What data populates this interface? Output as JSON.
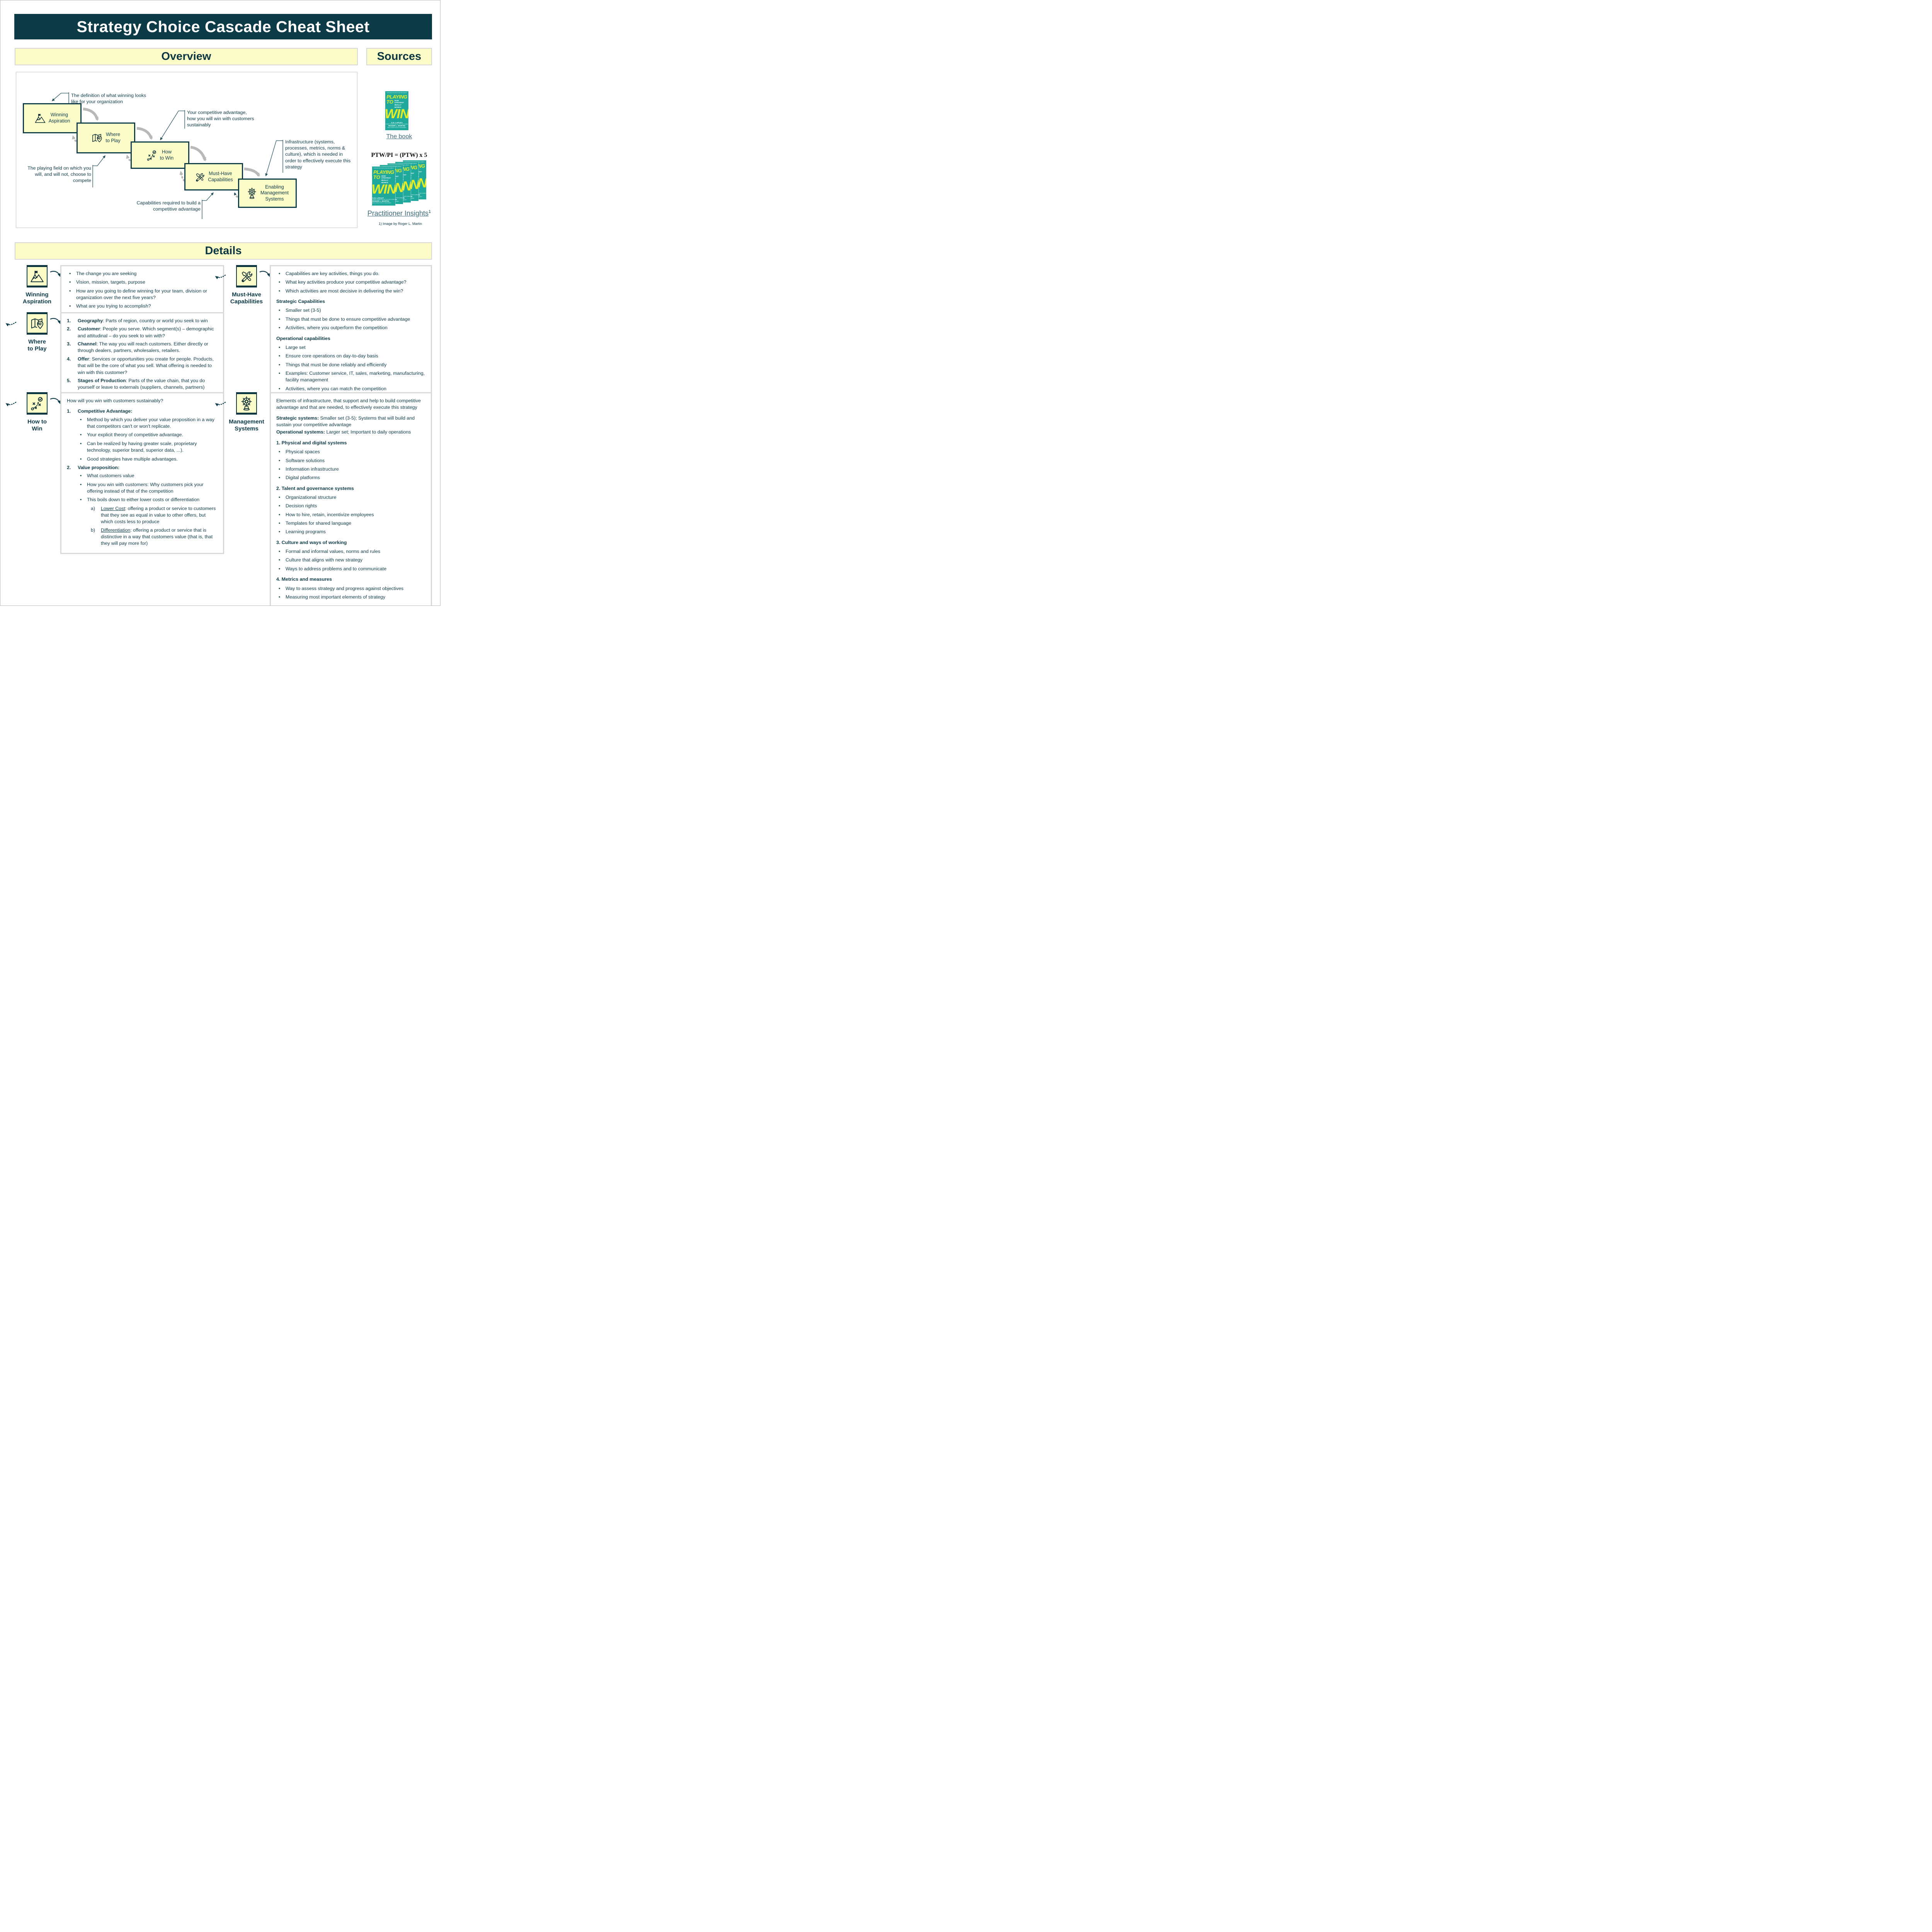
{
  "colors": {
    "accent_teal": "#0c3a46",
    "panel_yellow": "#fcfcc9",
    "link": "#3f6d7c",
    "gray_arrow": "#b9b9b9",
    "cover_teal": "#1ea99c",
    "cover_yellow": "#e4ec23"
  },
  "page": {
    "title": "Strategy Choice Cascade Cheat Sheet"
  },
  "sections": {
    "overview": "Overview",
    "sources": "Sources",
    "details": "Details"
  },
  "cascade": {
    "boxes": [
      {
        "label": "Winning\nAspiration",
        "icon": "mountain-flag-icon"
      },
      {
        "label": "Where\nto Play",
        "icon": "map-pin-icon"
      },
      {
        "label": "How\nto Win",
        "icon": "strategy-play-icon"
      },
      {
        "label": "Must-Have\nCapabilities",
        "icon": "tools-icon"
      },
      {
        "label": "Enabling\nManagement\nSystems",
        "icon": "helm-icon"
      }
    ],
    "annotations": [
      "The definition of what winning looks like for your organization",
      "Your competitive advantage, how you will win with customers sustainably",
      "Infrastructure (systems, processes, metrics, norms & culture), which is needed in order to effectively execute this strategy",
      "The playing field on which you will, and will not, choose to compete",
      "Capabilities required to build a competitive advantage"
    ]
  },
  "sources": {
    "cover": {
      "publisher": "HARVARD BUSINESS REVIEW PRESS",
      "title_top": "PLAYING",
      "title_mid": "TO",
      "subtitle": "HOW STRATEGY\nREALLY WORKS",
      "title_big": "WIN",
      "author1": "A.G. LAFLEY",
      "author1_sub": "FORMER CHAIRMAN AND CEO, PROCTER & GAMBLE",
      "author2": "ROGER L. MARTIN",
      "author2_sub": "DEAN, ROTMAN SCHOOL OF MANAGEMENT"
    },
    "book_link": "The book",
    "formula": "PTW/PI = (PTW) x 5",
    "practitioner_link": "Practitioner Insights",
    "practitioner_sup": "1",
    "footnote": "1) Image by Roger L. Martin"
  },
  "details": {
    "winning_aspiration": {
      "label": "Winning\nAspiration",
      "bullets": [
        "The change you are seeking",
        "Vision, mission, targets, purpose",
        "How are you going to define winning for your team, division or organization over the next five years?",
        "What are you trying to accomplish?"
      ]
    },
    "where_to_play": {
      "label": "Where\nto Play",
      "items": [
        {
          "num": "1.",
          "lead": "Geography",
          "rest": ": Parts of region, country or world you seek to win"
        },
        {
          "num": "2.",
          "lead": "Customer",
          "rest": ": People you serve. Which segment(s) – demographic and attitudinal – do you seek to win with?"
        },
        {
          "num": "3.",
          "lead": "Channel",
          "rest": ":  The way you will reach customers. Either directly or through dealers, partners, wholesalers, retailers."
        },
        {
          "num": "4.",
          "lead": "Offer",
          "rest": ": Services or opportunities you create for people. Products, that will be the core of what you sell. What offering is needed to win with this customer?"
        },
        {
          "num": "5.",
          "lead": "Stages of Production",
          "rest": ": Parts of the value chain, that you do yourself or leave to externals (suppliers, channels, partners)"
        }
      ]
    },
    "how_to_win": {
      "label": "How to\nWin",
      "intro": "How will you win with customers sustainably?",
      "s1_num": "1.",
      "s1_title": "Competitive Advantage:",
      "s1_bullets": [
        "Method by which you deliver your value proposition in a way that competitors can't or won't replicate.",
        "Your explicit theory of competitive advantage.",
        "Can be realized by having greater scale, proprietary technology, superior brand, superior data, ...).",
        "Good strategies have multiple advantages."
      ],
      "s2_num": "2.",
      "s2_title": "Value proposition:",
      "s2_bullets": [
        "What customers value",
        "How you win with customers: Why customers pick your offering instead of that of the competition",
        "This boils down to either lower costs or differentiation"
      ],
      "sub_a": {
        "marker": "a)",
        "lead": "Lower Cost",
        "rest": ": offering a product or service to customers that they see as equal in value to other offers, but which costs less to produce"
      },
      "sub_b": {
        "marker": "b)",
        "lead": "Differentiation",
        "rest": ": offering a product or service that is distinctive in a way that customers value (that is, that they will pay more for)"
      }
    },
    "must_have": {
      "label": "Must-Have\nCapabilities",
      "bullets": [
        "Capabilities are key activities, things you do.",
        "What key activities produce your competitive advantage?",
        "Which activities are most decisive in delivering the win?"
      ],
      "g1_title": "Strategic Capabilities",
      "g1_bullets": [
        "Smaller set (3-5)",
        "Things that must be done to ensure competitive advantage",
        "Activities, where you outperform the competition"
      ],
      "g2_title": "Operational capabilities",
      "g2_bullets": [
        "Large set",
        "Ensure core operations on day-to-day basis",
        "Things that must be done reliably and efficiently",
        "Examples: Customer service, IT, sales, marketing, manufacturing, facility management",
        "Activities, where you can match the competition"
      ]
    },
    "management_systems": {
      "label": "Management\nSystems",
      "intro": "Elements of infrastructure, that support and help to build competitive advantage and that are needed, to effectively execute this strategy",
      "line1_lead": "Strategic systems:",
      "line1_rest": " Smaller set (3-5); Systems that will build and sustain your competitive advantage",
      "line2_lead": "Operational systems:",
      "line2_rest": " Larger set; Important to daily operations",
      "g1_title": "1. Physical and digital systems",
      "g1_bullets": [
        "Physical spaces",
        "Software solutions",
        "Information infrastructure",
        "Digital platforms"
      ],
      "g2_title": "2. Talent and governance systems",
      "g2_bullets": [
        "Organizational structure",
        "Decision rights",
        "How to hire, retain, incentivize employees",
        "Templates for shared language",
        "Learning programs"
      ],
      "g3_title": "3. Culture and ways of working",
      "g3_bullets": [
        "Formal and informal values, norms and rules",
        "Culture that aligns with new strategy",
        "Ways to address problems and to communicate"
      ],
      "g4_title": "4. Metrics and measures",
      "g4_bullets": [
        "Way to assess strategy and progress against objectives",
        "Measuring most important elements of strategy"
      ]
    }
  }
}
